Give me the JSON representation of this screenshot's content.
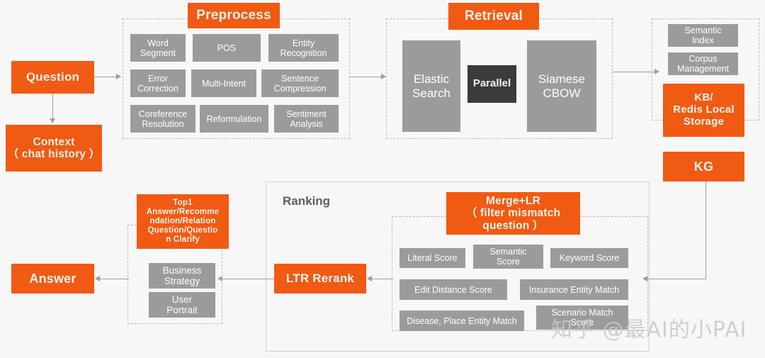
{
  "colors": {
    "orange": "#f15a12",
    "grey": "#9b9b9b",
    "dark": "#3b3b3b",
    "background": "#f7f7f7",
    "dashed_border": "#b9b9b9",
    "line": "#9e9e9e"
  },
  "groups": {
    "preprocess": {
      "label": "Preprocess"
    },
    "retrieval": {
      "label": "Retrieval"
    },
    "ranking": {
      "label": "Ranking"
    },
    "merge_lr": {
      "label": "Merge+LR\n（ filter mismatch\nquestion ）"
    }
  },
  "inputs": {
    "question": "Question",
    "context": "Context\n（ chat history ）"
  },
  "preprocess_items": [
    "Word\nSegment",
    "POS",
    "Entity\nRecognition",
    "Error\nCorrection",
    "Multi-Intent",
    "Sentence\nCompression",
    "Coreference\nResolution",
    "Reformulation",
    "Sentiment\nAnalysis"
  ],
  "retrieval_items": {
    "left": "Elastic\nSearch",
    "middle": "Parallel",
    "right": "Siamese\nCBOW"
  },
  "storage_items": [
    {
      "label": "Semantic\nIndex",
      "style": "grey"
    },
    {
      "label": "Corpus\nManagement",
      "style": "grey"
    },
    {
      "label": "KB/\nRedis Local\nStorage",
      "style": "orange"
    },
    {
      "label": "KG",
      "style": "orange"
    }
  ],
  "ranking_items": {
    "ltr_rerank": "LTR Rerank",
    "scores": [
      "Literal Score",
      "Semantic\nScore",
      "Keyword Score",
      "Edit Distance Score",
      "Insurance Entity Match",
      "Disease, Place Entity Match",
      "Scenario Match\nScore"
    ]
  },
  "output": {
    "top1": "Top1\nAnswer/Recomme\nndation/Relation\nQuestion/Questio\nn Clarify",
    "business_strategy": "Business\nStrategy",
    "user_portrait": "User\nPortrait",
    "answer": "Answer"
  },
  "watermark": "知乎 @最AI的小PAI"
}
